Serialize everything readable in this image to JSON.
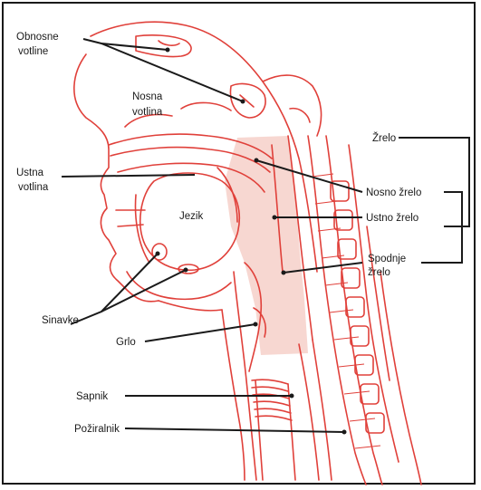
{
  "labels": {
    "obnosne_votline": [
      "Obnosne",
      "votline"
    ],
    "nosna_votlina": [
      "Nosna",
      "votlina"
    ],
    "ustna_votlina": [
      "Ustna",
      "votlina"
    ],
    "jezik": "Jezik",
    "sinavke": "Sinavke",
    "grlo": "Grlo",
    "sapnik": "Sapnik",
    "pozirainik": "Požiralnik",
    "zrelo": "Žrelo",
    "nosno_zrelo": "Nosno žrelo",
    "ustno_zrelo": "Ustno žrelo",
    "spodnje_zrelo": [
      "Spodnje",
      "žrelo"
    ]
  },
  "colors": {
    "anatomy_line": "#e0403a",
    "pharynx_shade": "#f4c9c2",
    "label_text": "#1a1a1a",
    "border": "#1a1a1a"
  }
}
